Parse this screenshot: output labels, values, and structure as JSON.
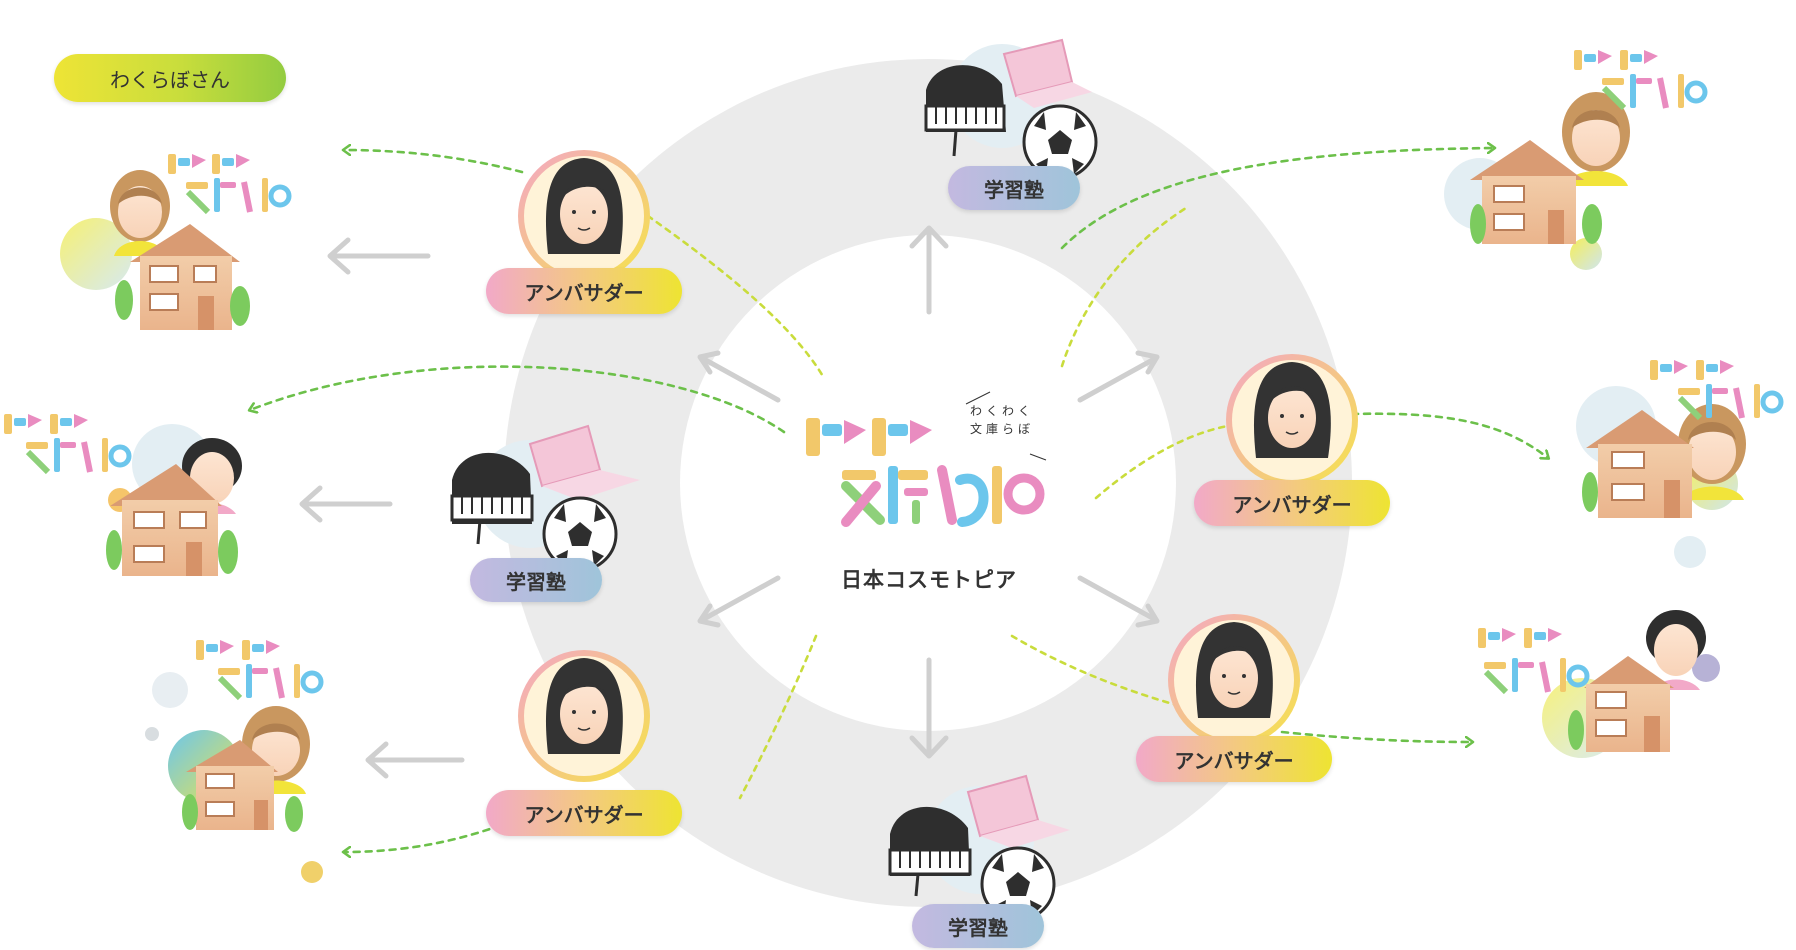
{
  "legend": {
    "label": "わくらぼさん"
  },
  "hub": {
    "company": "日本コスモトピア",
    "logo_caption_line1": "わくわく",
    "logo_caption_line2": "文庫らぼ"
  },
  "ambassadors": [
    {
      "label": "アンバサダー"
    },
    {
      "label": "アンバサダー"
    },
    {
      "label": "アンバサダー"
    },
    {
      "label": "アンバサダー"
    }
  ],
  "juku": [
    {
      "label": "学習塾"
    },
    {
      "label": "学習塾"
    },
    {
      "label": "学習塾"
    }
  ],
  "colors": {
    "ring": "#ebebeb",
    "arrow_gray": "#c8c8c8",
    "arrow_green": "#6cc04a",
    "dotted_yellowgreen": "#c6dc3a"
  }
}
